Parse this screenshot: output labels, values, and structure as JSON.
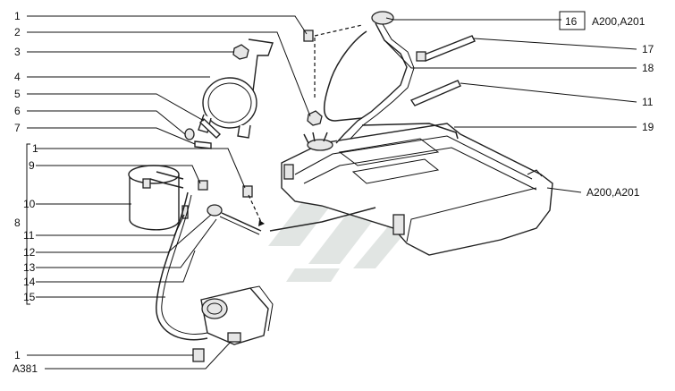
{
  "callouts": {
    "c1_top": "1",
    "c2": "2",
    "c3": "3",
    "c4": "4",
    "c5": "5",
    "c6": "6",
    "c7": "7",
    "c1_mid": "1",
    "c9": "9",
    "c10": "10",
    "c11_left": "11",
    "c12": "12",
    "c13": "13",
    "c14": "14",
    "c15": "15",
    "c8": "8",
    "c1_bot": "1",
    "c16": "16",
    "c17": "17",
    "c18": "18",
    "c11_right": "11",
    "c19": "19"
  },
  "codes": {
    "top_right": "A200,A201",
    "tank": "A200,A201",
    "bottom_left": "A381"
  },
  "colors": {
    "ink": "#111111",
    "watermark": "#c8d0cc"
  }
}
